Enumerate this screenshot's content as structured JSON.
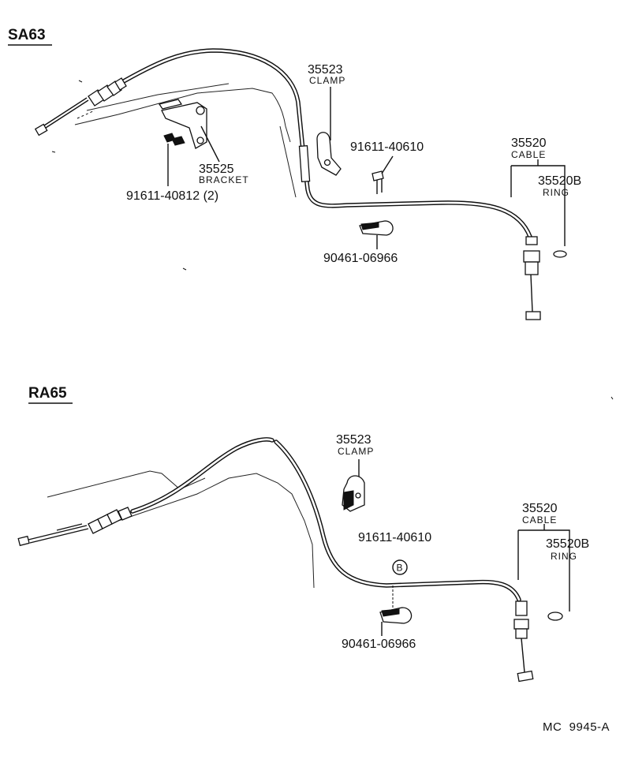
{
  "diagram_code": "MC  9945-A",
  "sections": [
    {
      "title": "SA63",
      "labels": {
        "clamp_no": "35523",
        "clamp_name": "CLAMP",
        "bolt_no": "91611-40610",
        "cable_no": "35520",
        "cable_name": "CABLE",
        "ring_no": "35520B",
        "ring_name": "RING",
        "bracket_no": "35525",
        "bracket_name": "BRACKET",
        "bracket_bolt_no": "91611-40812 (2)",
        "clip_no": "90461-06966"
      }
    },
    {
      "title": "RA65",
      "labels": {
        "clamp_no": "35523",
        "clamp_name": "CLAMP",
        "bolt_no": "91611-40610",
        "bolt_marker": "B",
        "cable_no": "35520",
        "cable_name": "CABLE",
        "ring_no": "35520B",
        "ring_name": "RING",
        "clip_no": "90461-06966"
      }
    }
  ]
}
